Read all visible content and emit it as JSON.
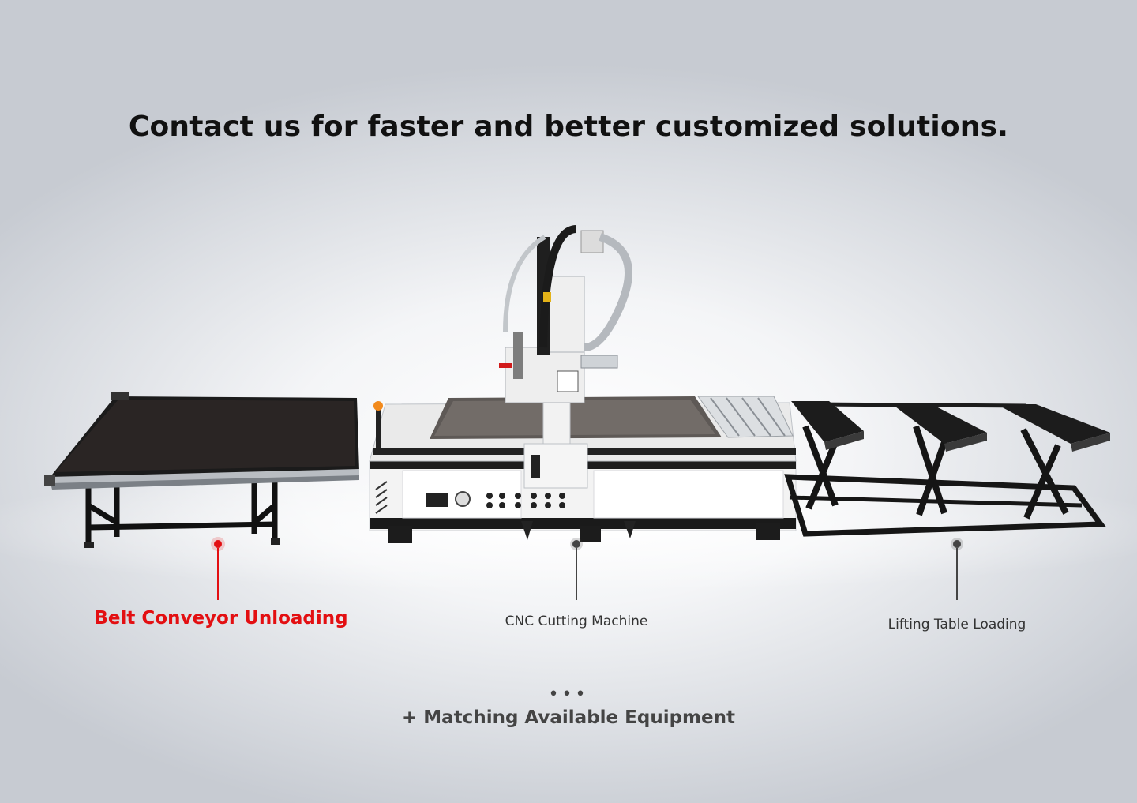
{
  "headline": "Contact us for faster and better customized solutions.",
  "equipment": [
    {
      "label": "Belt Conveyor Unloading",
      "highlighted": true,
      "color": "#e30f12"
    },
    {
      "label": "CNC Cutting Machine",
      "highlighted": false,
      "color": "#333333"
    },
    {
      "label": "Lifting Table Loading",
      "highlighted": false,
      "color": "#333333"
    }
  ],
  "more": {
    "dots": "•••",
    "label": "+ Matching Available Equipment"
  }
}
